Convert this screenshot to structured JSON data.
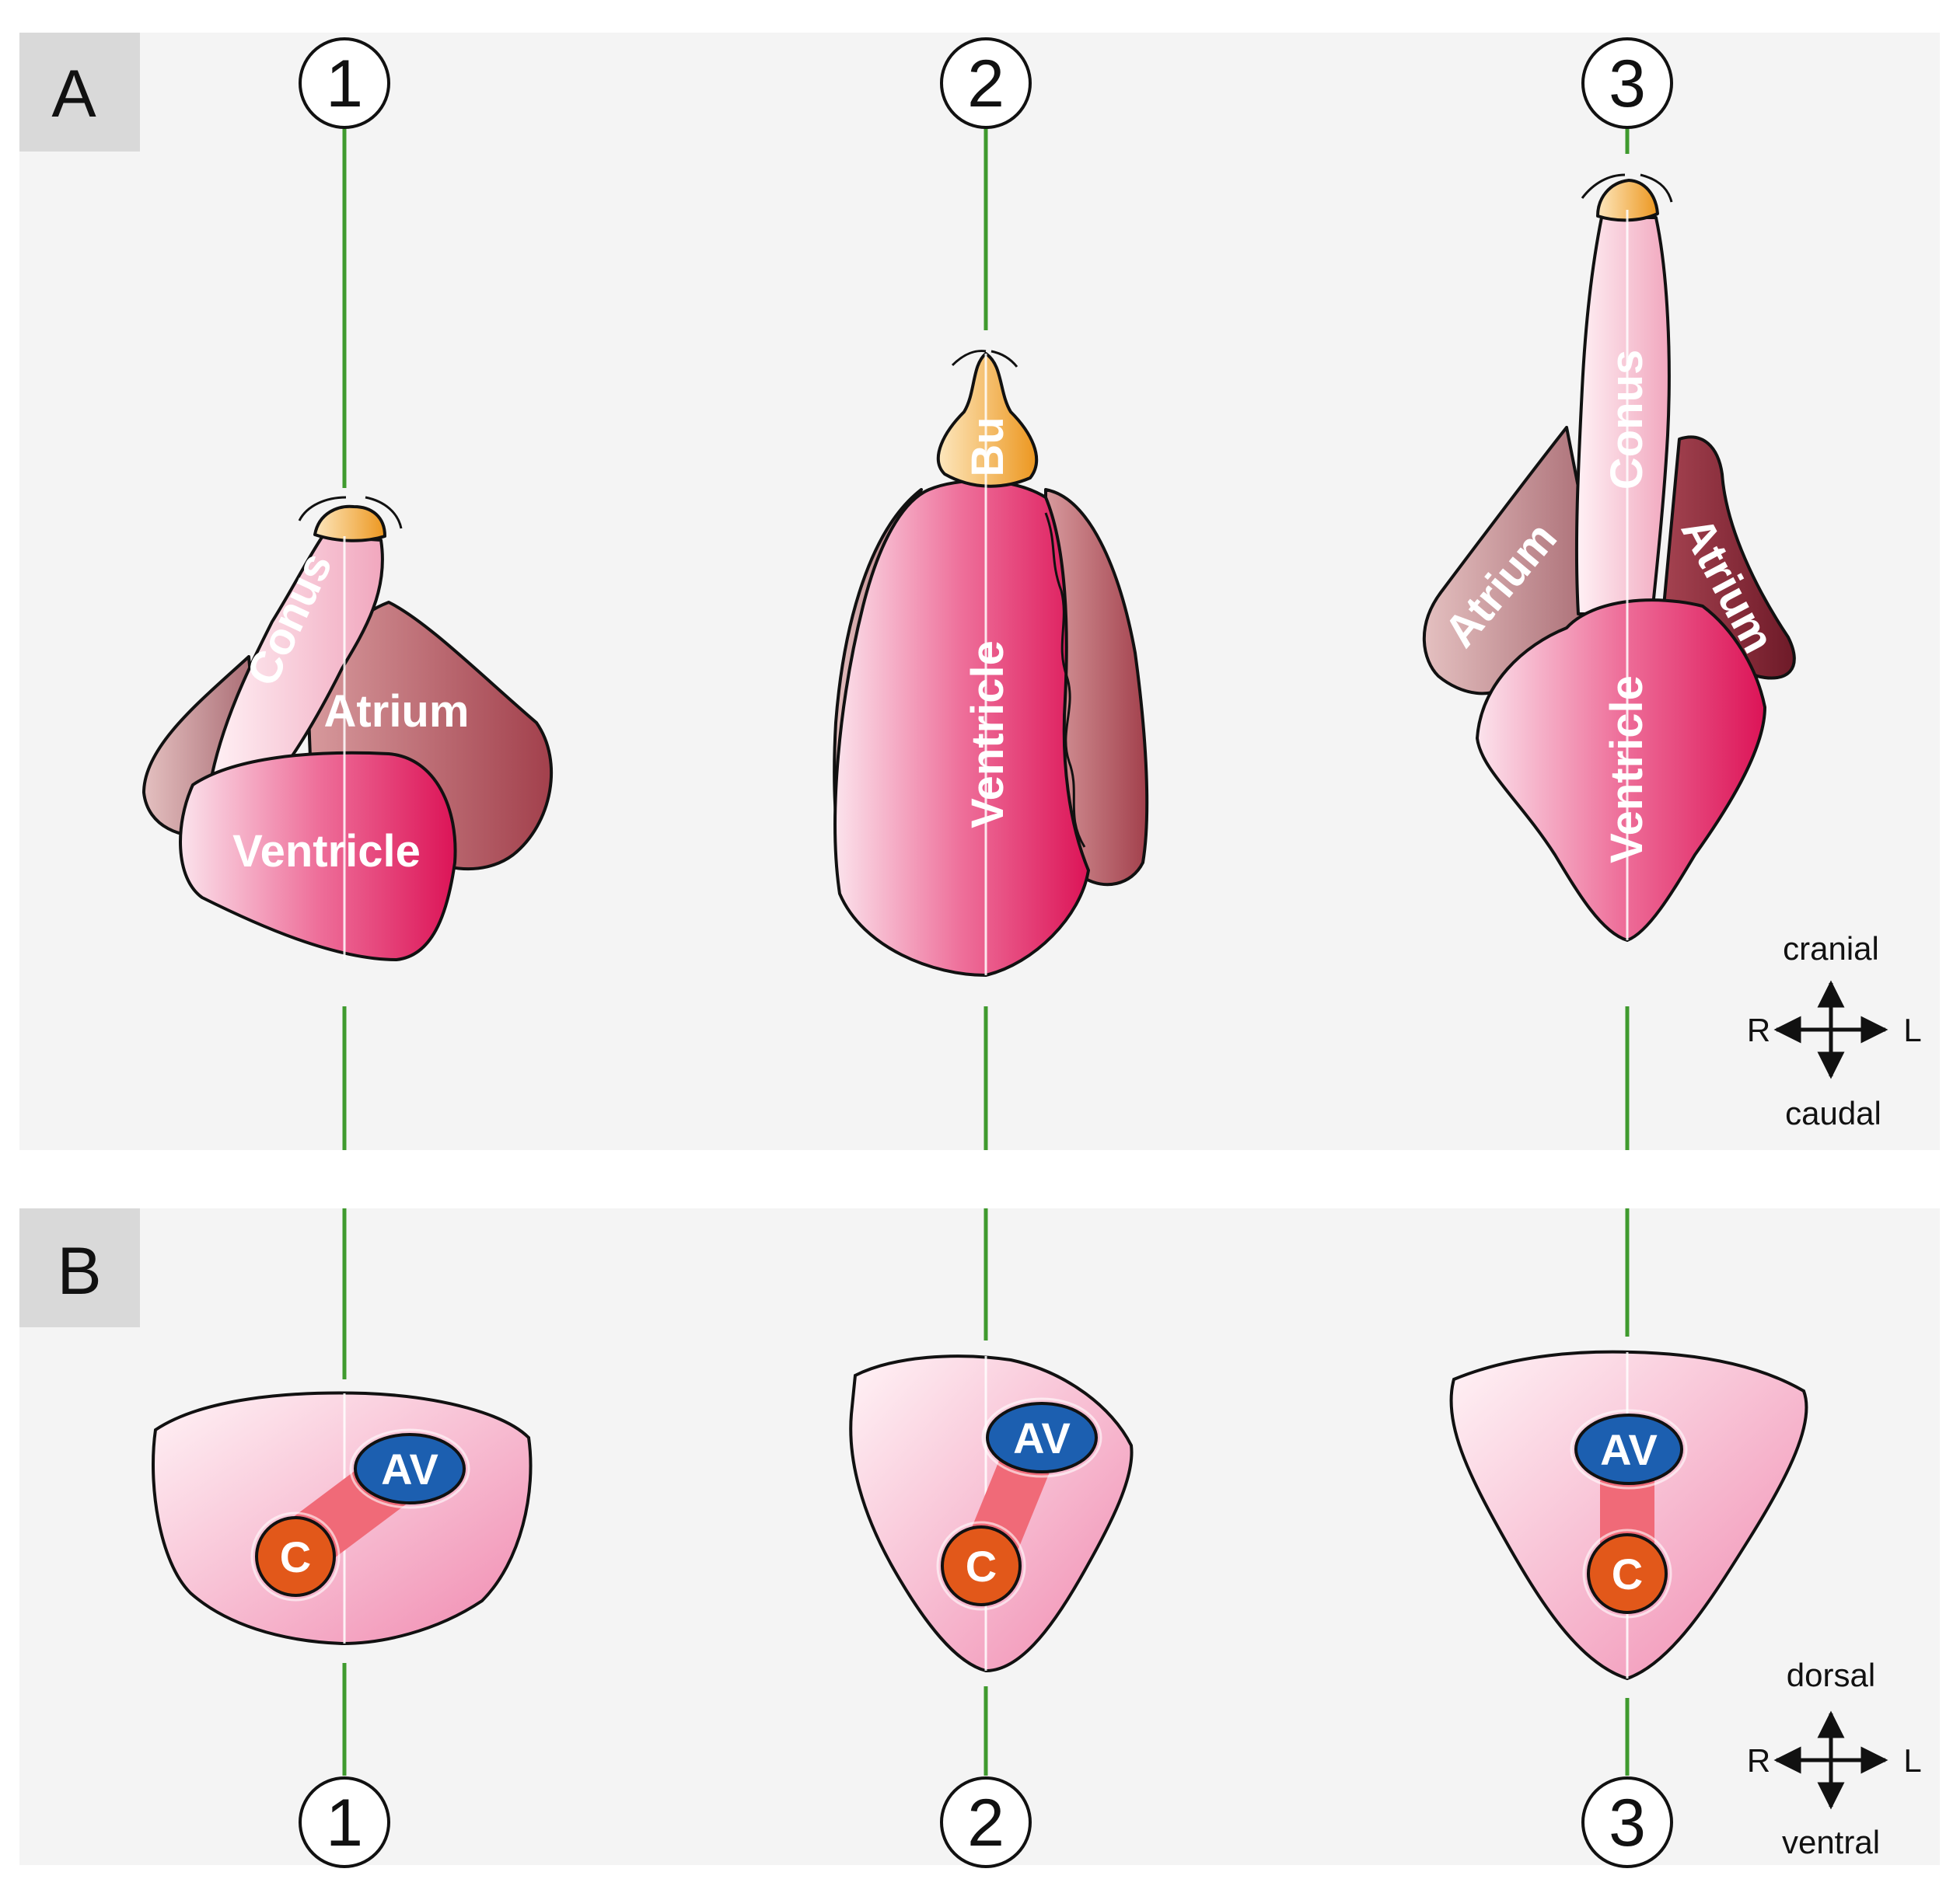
{
  "panels": {
    "a": "A",
    "b": "B"
  },
  "stage_numbers": [
    "1",
    "2",
    "3"
  ],
  "organs": {
    "conus": "Conus",
    "atrium": "Atrium",
    "ventricle": "Ventricle",
    "bulbus": "Bu"
  },
  "cross_section": {
    "av": "AV",
    "c": "C"
  },
  "orientation_a": {
    "top": "cranial",
    "bottom": "caudal",
    "left": "R",
    "right": "L"
  },
  "orientation_b": {
    "top": "dorsal",
    "bottom": "ventral",
    "left": "R",
    "right": "L"
  },
  "colors": {
    "panel_bg": "#f4f4f4",
    "label_box": "#d9d9d9",
    "axis_line": "#3f9a2e",
    "ventricle": "#e0306e",
    "atrium": "#a44a55",
    "conus": "#f5b9cc",
    "bulbus": "#f0a22a",
    "av_canal": "#1c5fb0",
    "conus_canal": "#e2581a",
    "connector": "#f06a78"
  }
}
